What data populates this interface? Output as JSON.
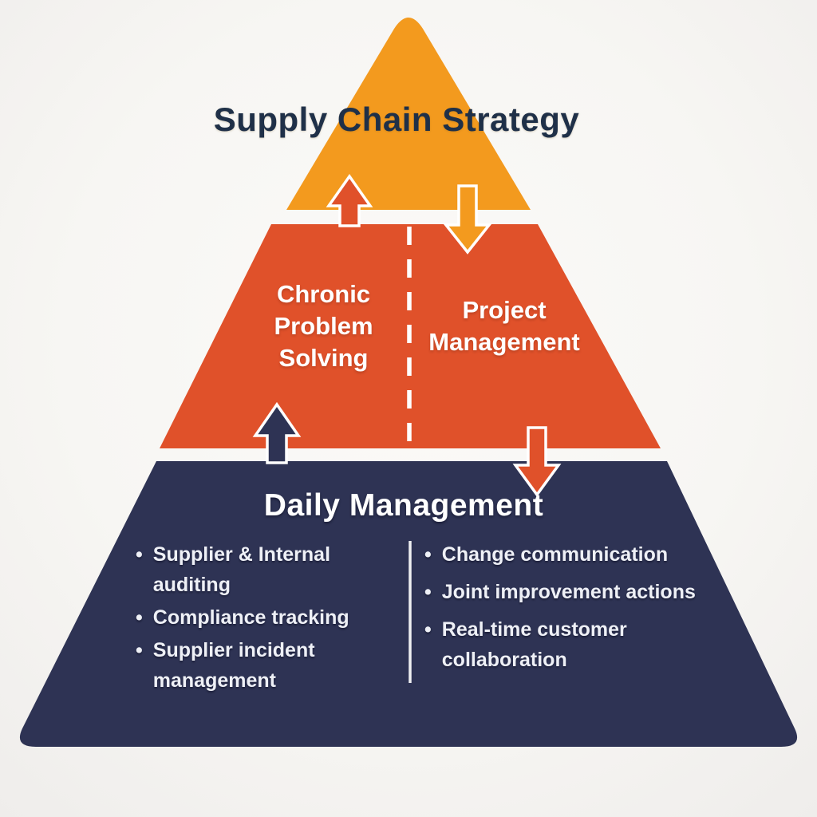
{
  "colors": {
    "background": "#f7f6f3",
    "top_tier": "#f39a1e",
    "middle_tier": "#e0512a",
    "bottom_tier": "#2e3354",
    "title_text": "#1f3048",
    "tier_text": "#ffffff",
    "divider": "#ffffff",
    "arrow_up_to_strategy": "#e0512a",
    "arrow_down_to_middle": "#f39a1e",
    "arrow_up_to_middle": "#2e3354",
    "arrow_down_to_daily": "#e0512a"
  },
  "pyramid": {
    "title": "Supply Chain Strategy",
    "bullet_char": "•",
    "middle": {
      "left_label": "Chronic Problem Solving",
      "right_label": "Project Management"
    },
    "bottom": {
      "label": "Daily Management",
      "left_items": [
        "Supplier & Internal auditing",
        "Compliance tracking",
        "Supplier incident management"
      ],
      "right_items": [
        "Change communication",
        "Joint improvement actions",
        "Real-time customer collaboration"
      ]
    }
  }
}
